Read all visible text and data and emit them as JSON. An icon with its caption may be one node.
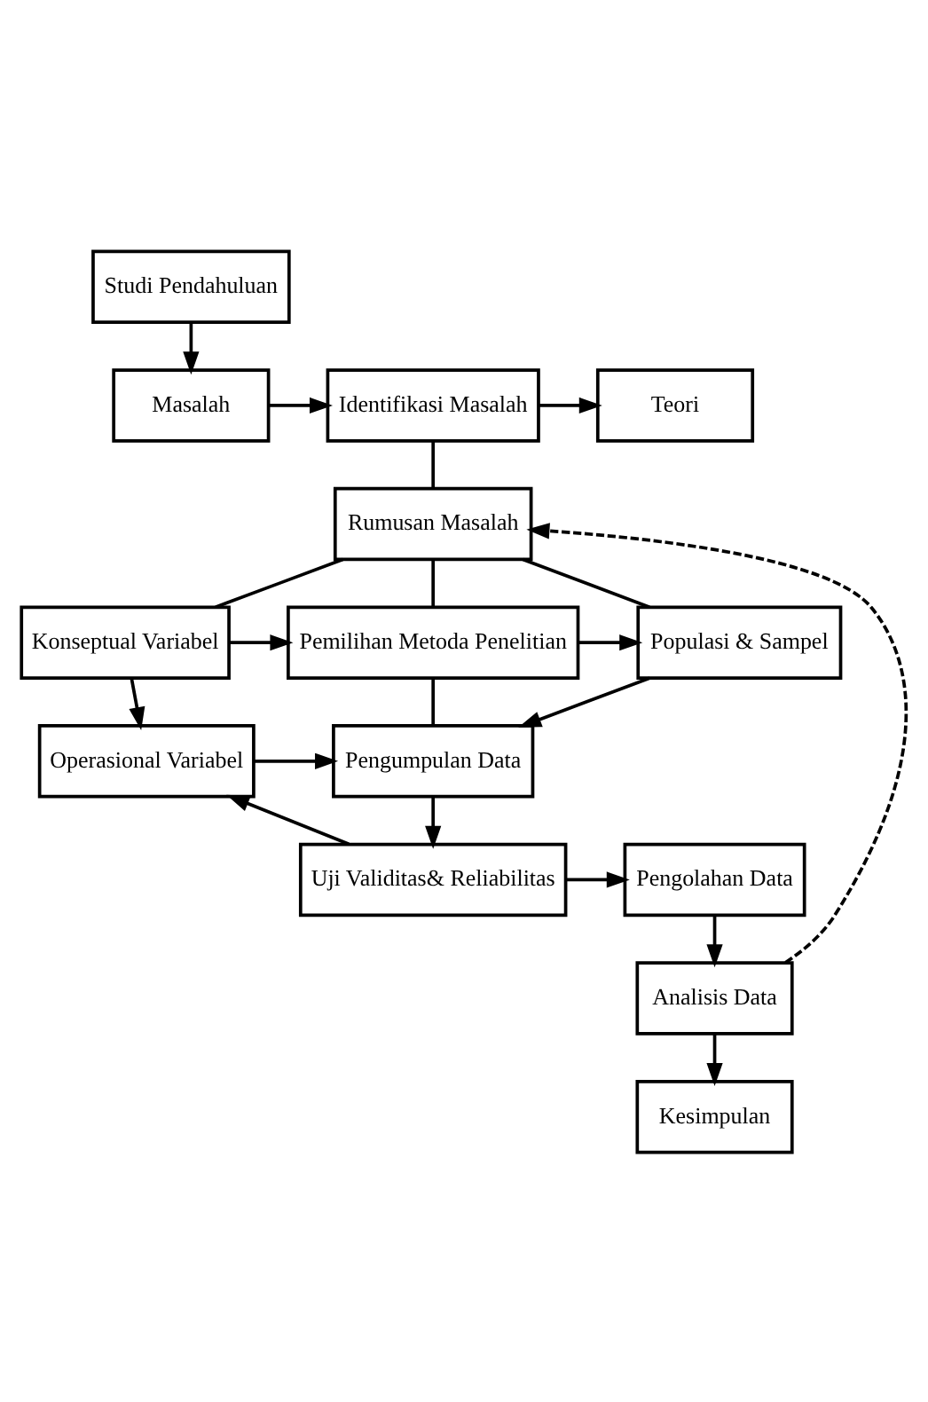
{
  "diagram": {
    "nodes": [
      {
        "text": [
          "Studi Pendahuluan"
        ]
      },
      {
        "text": [
          "Masalah"
        ]
      },
      {
        "text": [
          "Identifikasi Masalah"
        ]
      },
      {
        "text": [
          "Teori"
        ]
      },
      {
        "text": [
          "Rumusan Masalah"
        ]
      },
      {
        "text": [
          "Konseptual Variabel"
        ]
      },
      {
        "text": [
          "Pemilihan Metoda Penelitian"
        ]
      },
      {
        "text": [
          "Populasi & Sampel"
        ]
      },
      {
        "text": [
          "Operasional Variabel"
        ]
      },
      {
        "text": [
          "Pengumpulan Data"
        ]
      },
      {
        "text": [
          "Uji Validitas& Reliabilitas"
        ]
      },
      {
        "text": [
          "Pengolahan Data"
        ]
      },
      {
        "text": [
          "Analisis Data"
        ]
      },
      {
        "text": [
          "Kesimpulan"
        ]
      }
    ],
    "edges": [
      {
        "from": 0,
        "to": 1,
        "arrow": "to"
      },
      {
        "from": 1,
        "to": 2,
        "arrow": "to"
      },
      {
        "from": 2,
        "to": 3,
        "arrow": "to"
      },
      {
        "from": 2,
        "to": 4,
        "arrow": "none"
      },
      {
        "from": 4,
        "to": 5,
        "arrow": "none"
      },
      {
        "from": 4,
        "to": 6,
        "arrow": "none"
      },
      {
        "from": 4,
        "to": 7,
        "arrow": "none"
      },
      {
        "from": 5,
        "to": 6,
        "arrow": "to"
      },
      {
        "from": 6,
        "to": 7,
        "arrow": "to"
      },
      {
        "from": 5,
        "to": 8,
        "arrow": "to"
      },
      {
        "from": 6,
        "to": 9,
        "arrow": "none"
      },
      {
        "from": 7,
        "to": 9,
        "arrow": "to"
      },
      {
        "from": 8,
        "to": 9,
        "arrow": "to"
      },
      {
        "from": 9,
        "to": 10,
        "arrow": "to"
      },
      {
        "from": 10,
        "to": 8,
        "arrow": "to"
      },
      {
        "from": 10,
        "to": 11,
        "arrow": "to"
      },
      {
        "from": 11,
        "to": 12,
        "arrow": "to"
      },
      {
        "from": 12,
        "to": 13,
        "arrow": "to"
      },
      {
        "from": 12,
        "to": 4,
        "arrow": "to",
        "style": "dashed"
      }
    ]
  }
}
